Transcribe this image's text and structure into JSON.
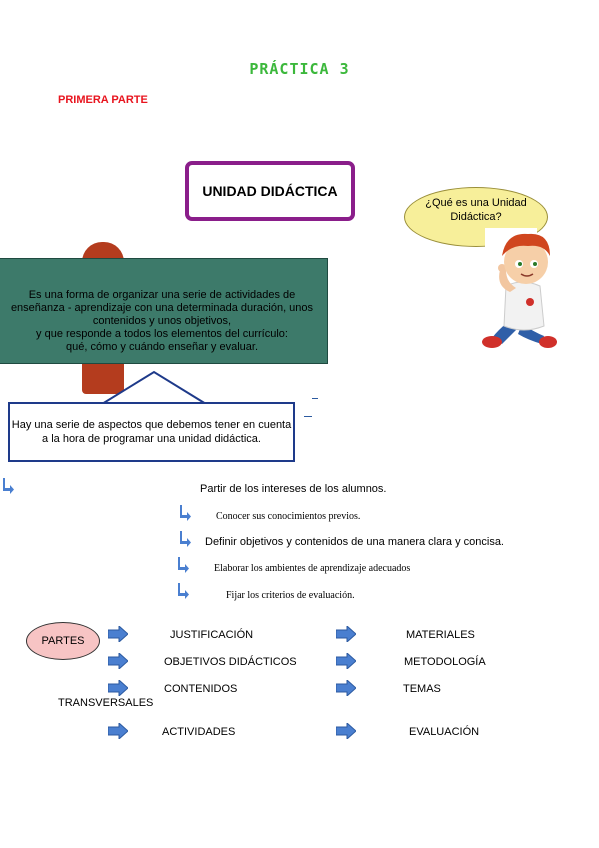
{
  "header": {
    "title": "PRÁCTICA 3",
    "subtitle": "PRIMERA PARTE"
  },
  "concept": {
    "title": "UNIDAD DIDÁCTICA",
    "question": "¿Qué es una Unidad Didáctica?",
    "definition": "Es una forma de organizar una serie de actividades de\nenseñanza - aprendizaje con una determinada duración, unos\ncontenidos y unos objetivos,\ny que responde a todos los elementos del currículo:\nqué, cómo y cuándo enseñar y evaluar.",
    "hint": "Hay una serie de aspectos que debemos tener en cuenta a la hora de programar una unidad didáctica."
  },
  "aspects": [
    "Partir de los intereses de los alumnos.",
    "Conocer sus conocimientos previos.",
    "Definir objetivos y contenidos de una manera clara y concisa.",
    "Elaborar los ambientes de aprendizaje adecuados",
    "Fijar los criterios de evaluación."
  ],
  "parts": {
    "label": "PARTES",
    "left": [
      "JUSTIFICACIÓN",
      "OBJETIVOS DIDÁCTICOS",
      "CONTENIDOS",
      "ACTIVIDADES"
    ],
    "right": [
      "MATERIALES",
      "METODOLOGÍA",
      "TEMAS",
      "EVALUACIÓN"
    ],
    "wrap": "TRANSVERSALES"
  },
  "colors": {
    "title": "#3cb83c",
    "subtitle": "#e8141e",
    "unit_border": "#8a1e8a",
    "bubble": "#f7ef9a",
    "definition_bg": "#3d7a6a",
    "hint_border": "#1e3a8a",
    "arrow": "#4a7fd0",
    "partes_bg": "#f7c4c4"
  },
  "icons": {
    "bullet": "bent-arrow-icon",
    "part_arrow": "right-arrow-icon",
    "character": "thinking-boy-illustration"
  }
}
